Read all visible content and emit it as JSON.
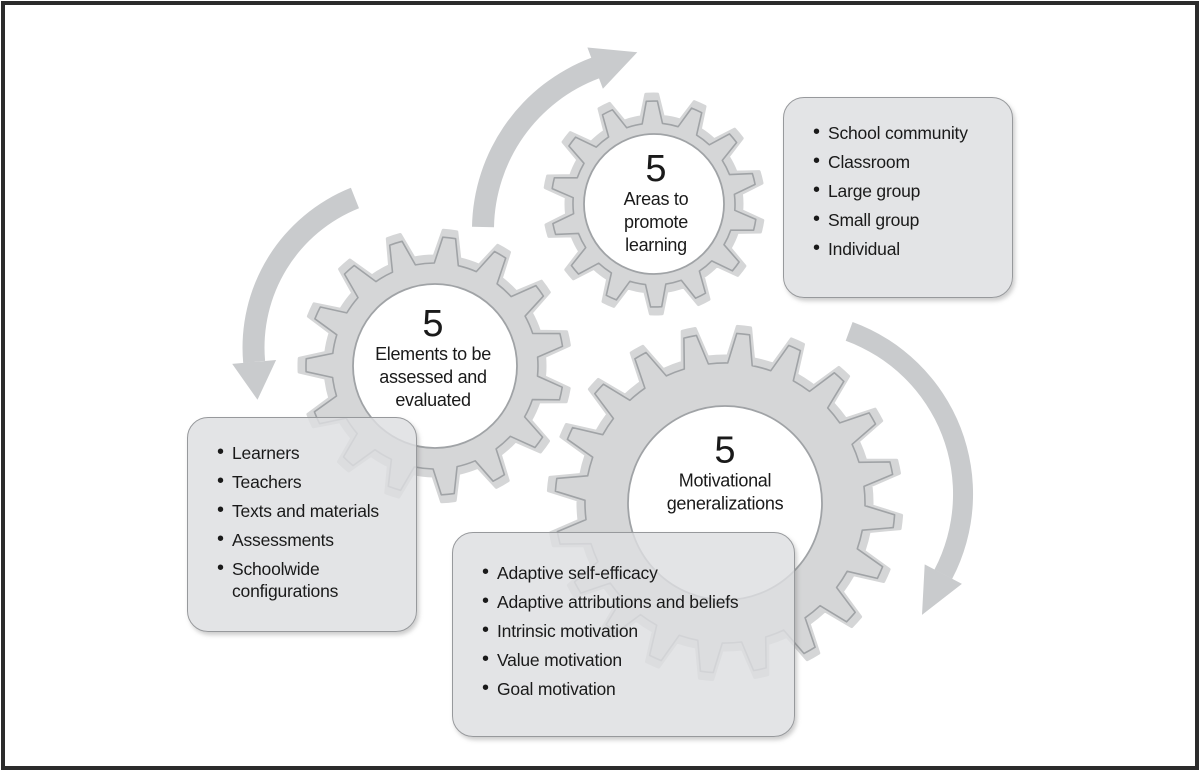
{
  "diagram": {
    "gears": [
      {
        "number": "5",
        "label": "Areas to\npromote\nlearning"
      },
      {
        "number": "5",
        "label": "Elements to be\nassessed and\nevaluated"
      },
      {
        "number": "5",
        "label": "Motivational\ngeneralizations"
      }
    ],
    "callouts": [
      {
        "items": [
          "School community",
          "Classroom",
          "Large group",
          "Small group",
          "Individual"
        ]
      },
      {
        "items": [
          "Learners",
          "Teachers",
          "Texts and materials",
          "Assessments",
          "Schoolwide configurations"
        ]
      },
      {
        "items": [
          "Adaptive self-efficacy",
          "Adaptive attributions and beliefs",
          "Intrinsic motivation",
          "Value motivation",
          "Goal motivation"
        ]
      }
    ],
    "colors": {
      "gear_fill": "#d5d6d7",
      "gear_outline": "#a0a3a6",
      "arrow_fill": "#c9cbcd",
      "hole_fill": "#ffffff",
      "text": "#1a1a1a",
      "frame_border": "#2b2b2b",
      "background": "#ffffff"
    }
  }
}
